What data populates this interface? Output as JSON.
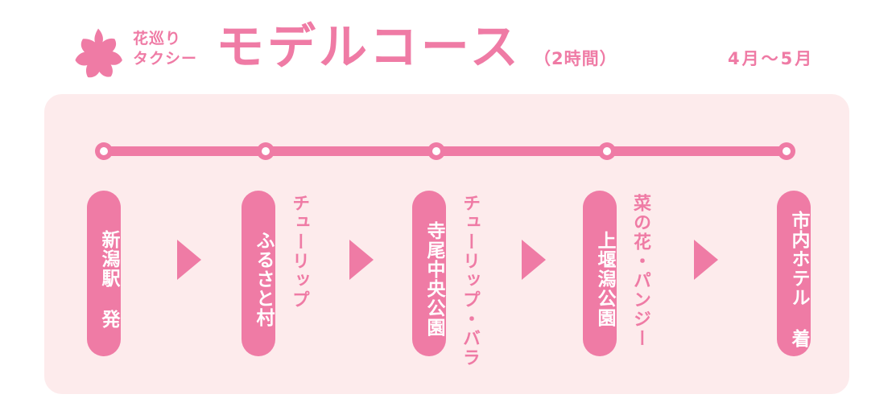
{
  "header": {
    "brand_line1": "花巡り",
    "brand_line2": "タクシー",
    "title": "モデルコース",
    "duration": "（2時間）",
    "season": "4月〜5月",
    "logo_icon": "sakura-blossom-icon"
  },
  "colors": {
    "accent": "#ef7ba5",
    "card_bg": "#fdebec",
    "page_bg": "#ffffff",
    "node_center": "#ffffff"
  },
  "course": {
    "stops": [
      {
        "name": "新潟駅 発",
        "caption": ""
      },
      {
        "name": "ふるさと村",
        "caption": "チューリップ"
      },
      {
        "name": "寺尾中央公園",
        "caption": "チューリップ・バラ"
      },
      {
        "name": "上堰潟公園",
        "caption": "菜の花・パンジー"
      },
      {
        "name": "市内ホテル 着",
        "caption": ""
      }
    ],
    "arrow_count": 4,
    "node_count": 5
  }
}
